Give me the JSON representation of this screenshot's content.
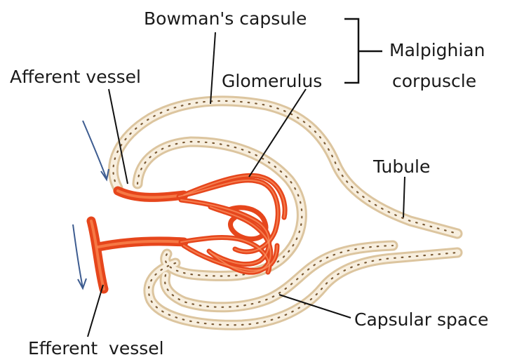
{
  "diagram": {
    "labels": {
      "bowmans_capsule": "Bowman's capsule",
      "glomerulus": "Glomerulus",
      "malpighian_line1": "Malpighian",
      "malpighian_line2": "corpuscle",
      "afferent_vessel": "Afferent vessel",
      "tubule": "Tubule",
      "capsular_space": "Capsular space",
      "efferent_vessel": "Efferent  vessel"
    },
    "colors": {
      "vessel": "#e6461c",
      "capsule_wall": "#dcc59f",
      "flow_arrow": "#3d5c90"
    }
  }
}
